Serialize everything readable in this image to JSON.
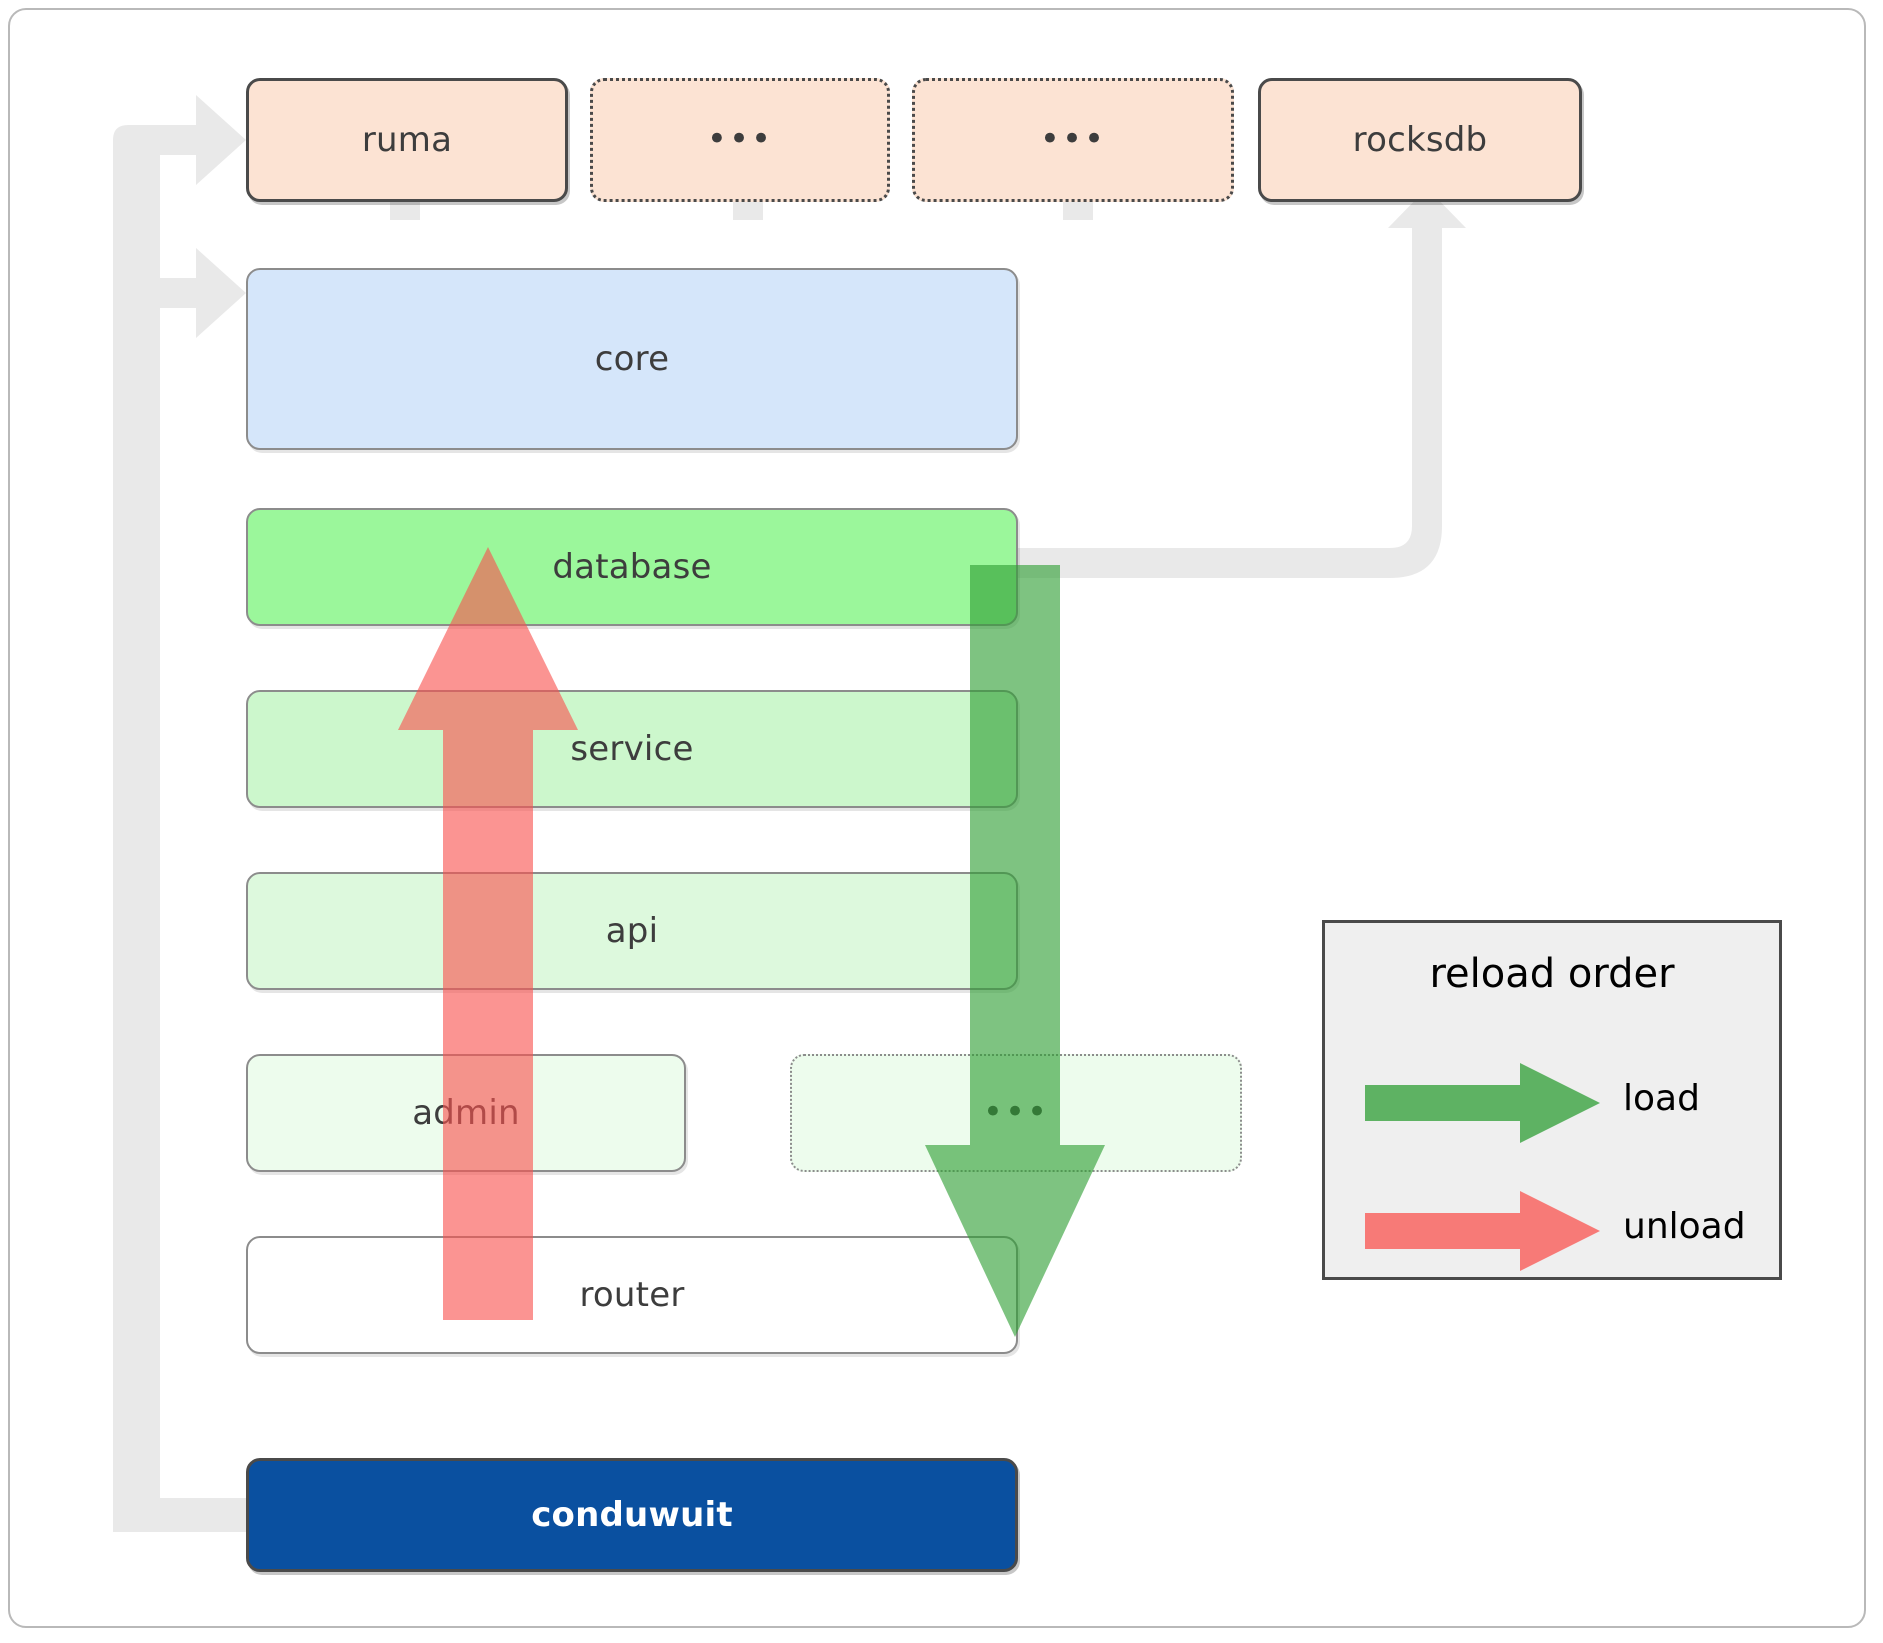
{
  "diagram": {
    "title": "conduwuit crate dependency and reload order diagram",
    "nodes": {
      "ruma": "ruma",
      "ellipsis_a": "•••",
      "ellipsis_b": "•••",
      "rocksdb": "rocksdb",
      "core": "core",
      "database": "database",
      "service": "service",
      "api": "api",
      "admin": "admin",
      "ellipsis_c": "•••",
      "router": "router",
      "conduwuit": "conduwuit"
    },
    "legend": {
      "title": "reload order",
      "items": [
        {
          "label": "load",
          "color": "#4caf50"
        },
        {
          "label": "unload",
          "color": "#f77b7b"
        }
      ]
    },
    "colors": {
      "external_fill": "#fce3d3",
      "core_fill": "#d5e6fa",
      "database_fill": "#9bf79b",
      "service_fill": "#ccf7cc",
      "api_fill": "#ddf9dd",
      "admin_fill": "#edfced",
      "router_fill": "#ffffff",
      "conduwuit_fill": "#0a50a0",
      "load_arrow": "#4caf50",
      "unload_arrow": "#f77b7b",
      "connector": "#e9e9e9",
      "frame_border": "#b9b9b9",
      "legend_bg": "#efefef"
    },
    "arrows": {
      "load_direction": "down",
      "unload_direction": "up",
      "dependency_direction": "up"
    }
  }
}
